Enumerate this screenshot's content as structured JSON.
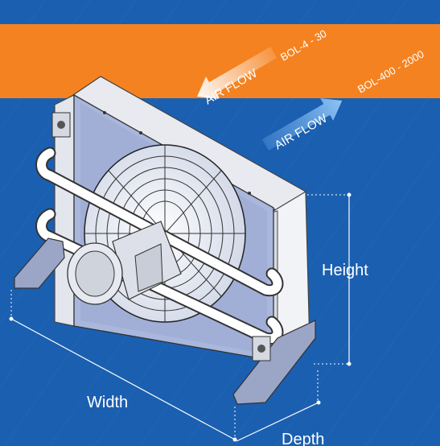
{
  "colors": {
    "background": "#1b5fb0",
    "band": "#f58220",
    "panel": "#a9b7dc",
    "frame": "#dfe2ea",
    "dimension_line": "#ffffff"
  },
  "labels": {
    "airflow_1": "AIR FLOW",
    "airflow_2": "AIR FLOW",
    "model_1": "BOL-4 - 30",
    "model_2": "BOL-400 - 2000",
    "height": "Height",
    "width": "Width",
    "depth": "Depth"
  }
}
